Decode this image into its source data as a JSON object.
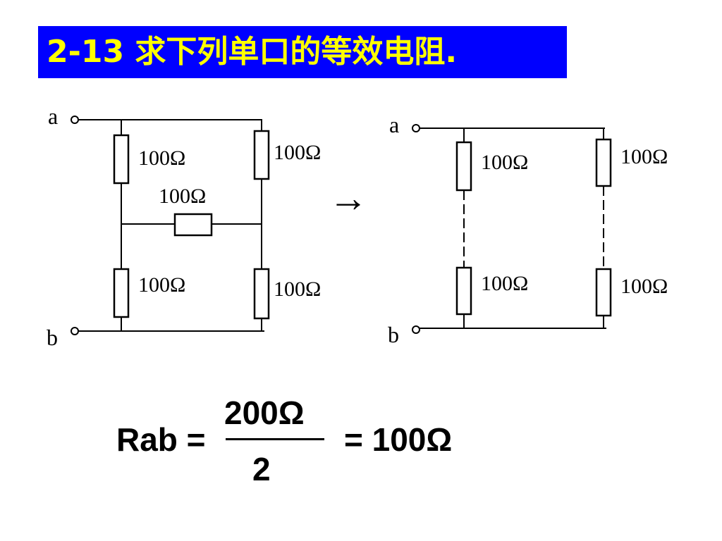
{
  "title": "2-13  求下列单口的等效电阻.",
  "colors": {
    "title_background": "#0000ff",
    "title_text": "#ffff00",
    "ink": "#000000"
  },
  "left_circuit": {
    "terminal_a": "a",
    "terminal_b": "b",
    "r_top_left": "100Ω",
    "r_top_right": "100Ω",
    "r_bridge": "100Ω",
    "r_bottom_left": "100Ω",
    "r_bottom_right": "100Ω"
  },
  "arrow": "→",
  "right_circuit": {
    "terminal_a": "a",
    "terminal_b": "b",
    "r_top_left": "100Ω",
    "r_top_right": "100Ω",
    "r_bottom_left": "100Ω",
    "r_bottom_right": "100Ω"
  },
  "equation": {
    "lhs": "Rab =",
    "numerator": "200Ω",
    "denominator": "2",
    "result": "= 100Ω"
  }
}
